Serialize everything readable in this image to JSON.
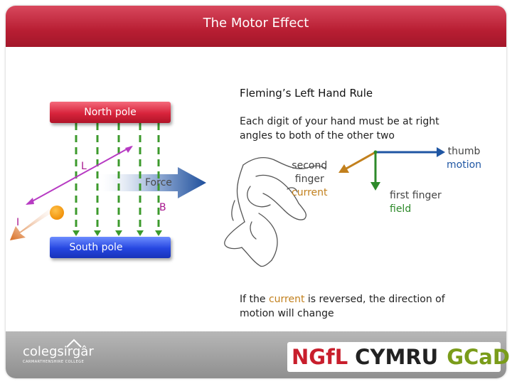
{
  "slide": {
    "title": "The Motor Effect"
  },
  "diagram": {
    "north_label": "North pole",
    "south_label": "South pole",
    "label_L": "L",
    "label_B": "B",
    "label_I": "I",
    "force_label": "Force"
  },
  "rule": {
    "title": "Fleming’s Left Hand Rule",
    "description": "Each digit of your hand must be at right angles to both of the other two",
    "second_finger_line1": "second",
    "second_finger_line2": "finger",
    "second_finger_line3": "current",
    "thumb_line1": "thumb",
    "thumb_line2": "motion",
    "first_finger_line1": "first finger",
    "first_finger_line2": "field",
    "note_before": "If the ",
    "note_highlight": "current",
    "note_after": " is reversed, the direction of motion will change"
  },
  "footer": {
    "college_name": "colegsirgâr",
    "college_sub": "CARMARTHENSHIRE COLLEGE",
    "logo_ngfl": "NGfL",
    "logo_cymru": "CYMRU",
    "logo_gcad": "GCaD"
  },
  "colors": {
    "title_bar": "#b81e33",
    "north": "#d8243c",
    "south": "#2546e0",
    "field_lines": "#3c9a2c",
    "wire": "#b73bc3",
    "force_arrow": "#1e4f9c",
    "current_highlight": "#c2801d"
  }
}
